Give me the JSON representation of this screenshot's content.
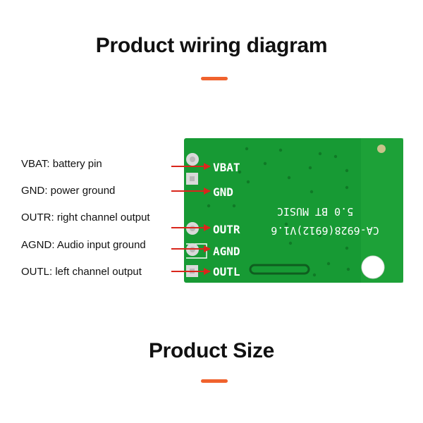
{
  "titles": {
    "wiring": "Product wiring diagram",
    "size": "Product Size"
  },
  "colors": {
    "accent": "#f0622d",
    "arrow": "#d9261c",
    "board": "#179a34",
    "silkscreen": "#ffffff"
  },
  "pins": [
    {
      "name": "VBAT",
      "label": "VBAT: battery pin"
    },
    {
      "name": "GND",
      "label": "GND: power ground"
    },
    {
      "name": "OUTR",
      "label": "OUTR: right channel output"
    },
    {
      "name": "AGND",
      "label": "AGND: Audio input ground"
    },
    {
      "name": "OUTL",
      "label": "OUTL: left channel output"
    }
  ],
  "board_text": {
    "model": "CA-6928(6912)V1.6",
    "version": "5.0 BT MUSIC"
  }
}
